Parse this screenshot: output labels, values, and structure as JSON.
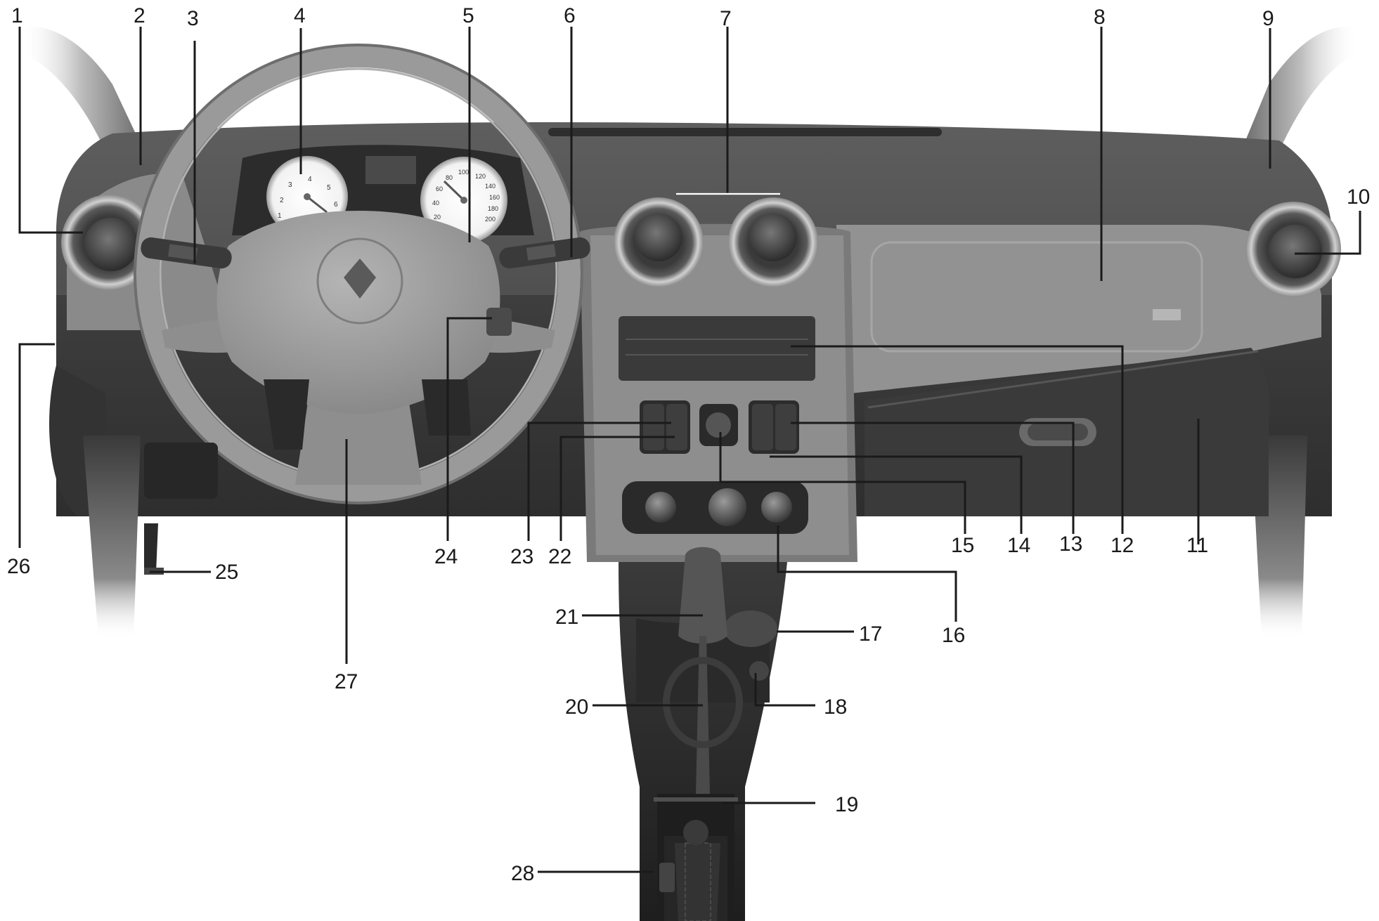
{
  "figure": {
    "labels": {
      "1": "1",
      "2": "2",
      "3": "3",
      "4": "4",
      "5": "5",
      "6": "6",
      "7": "7",
      "8": "8",
      "9": "9",
      "10": "10",
      "11": "11",
      "12": "12",
      "13": "13",
      "14": "14",
      "15": "15",
      "16": "16",
      "17": "17",
      "18": "18",
      "19": "19",
      "20": "20",
      "21": "21",
      "22": "22",
      "23": "23",
      "24": "24",
      "25": "25",
      "26": "26",
      "27": "27",
      "28": "28"
    },
    "speedometer_ticks": [
      "20",
      "40",
      "60",
      "80",
      "100",
      "120",
      "140",
      "160",
      "180",
      "200"
    ],
    "tachometer_ticks": [
      "1",
      "2",
      "3",
      "4",
      "5",
      "6"
    ]
  }
}
